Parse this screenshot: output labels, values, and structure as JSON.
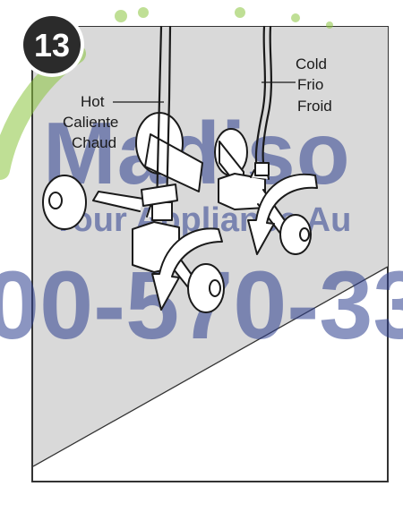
{
  "step": {
    "number": "13"
  },
  "labels": {
    "hot": [
      "Hot",
      "Caliente",
      "Chaud"
    ],
    "cold": [
      "Cold",
      "Frio",
      "Froid"
    ]
  },
  "watermark": {
    "brand": "Madiso",
    "tagline": "Your Appliance Au",
    "phone": "00-570-33",
    "colors": {
      "green": "#8cc63f",
      "blue": "#2e3f8f"
    }
  },
  "colors": {
    "panel_fill": "#d9d9d9",
    "ink": "#1a1a1a",
    "badge": "#2b2b2b"
  }
}
